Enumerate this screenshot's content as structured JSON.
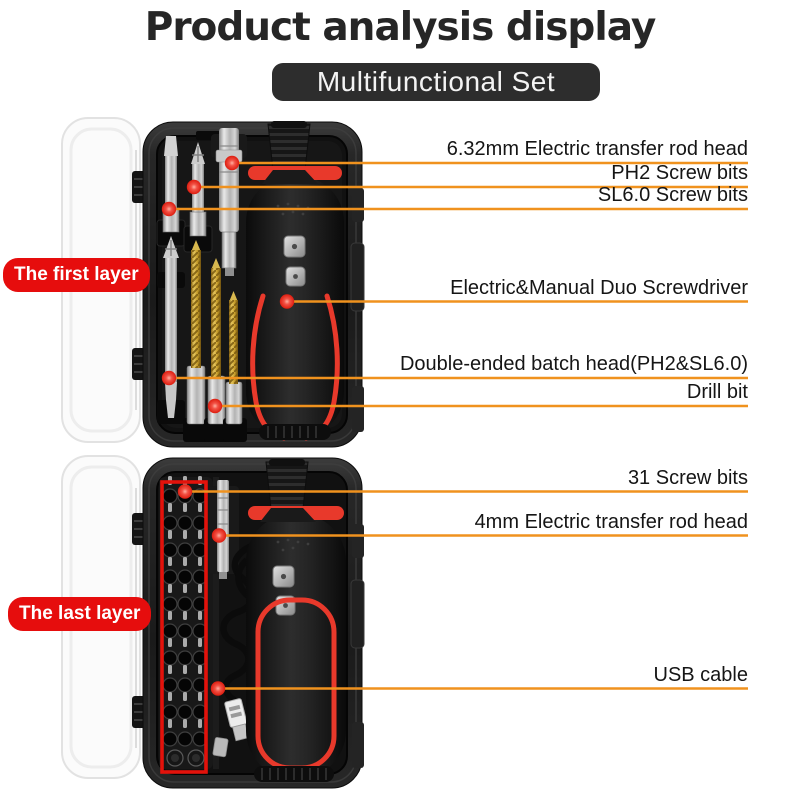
{
  "header": {
    "title": "Product analysis display",
    "subtitle": "Multifunctional Set"
  },
  "layer_badges": {
    "first": "The first layer",
    "last": "The last layer"
  },
  "annotations": [
    {
      "label": "6.32mm Electric transfer rod head"
    },
    {
      "label": "PH2 Screw bits"
    },
    {
      "label": "SL6.0 Screw bits"
    },
    {
      "label": "Electric&Manual Duo Screwdriver"
    },
    {
      "label": "Double-ended batch head(PH2&SL6.0)"
    },
    {
      "label": "Drill bit"
    },
    {
      "label": "31 Screw bits"
    },
    {
      "label": "4mm Electric transfer rod head"
    },
    {
      "label": "USB cable"
    }
  ],
  "colors": {
    "badge_red": "#e60d0d",
    "highlight_box_red": "#e3120b",
    "callout_line_orange": "#f0921e",
    "callout_dot_red": "#e8352a",
    "banner_bg": "#2d2d2d",
    "title_text": "#262626",
    "accent_red_product": "#e8392b"
  }
}
